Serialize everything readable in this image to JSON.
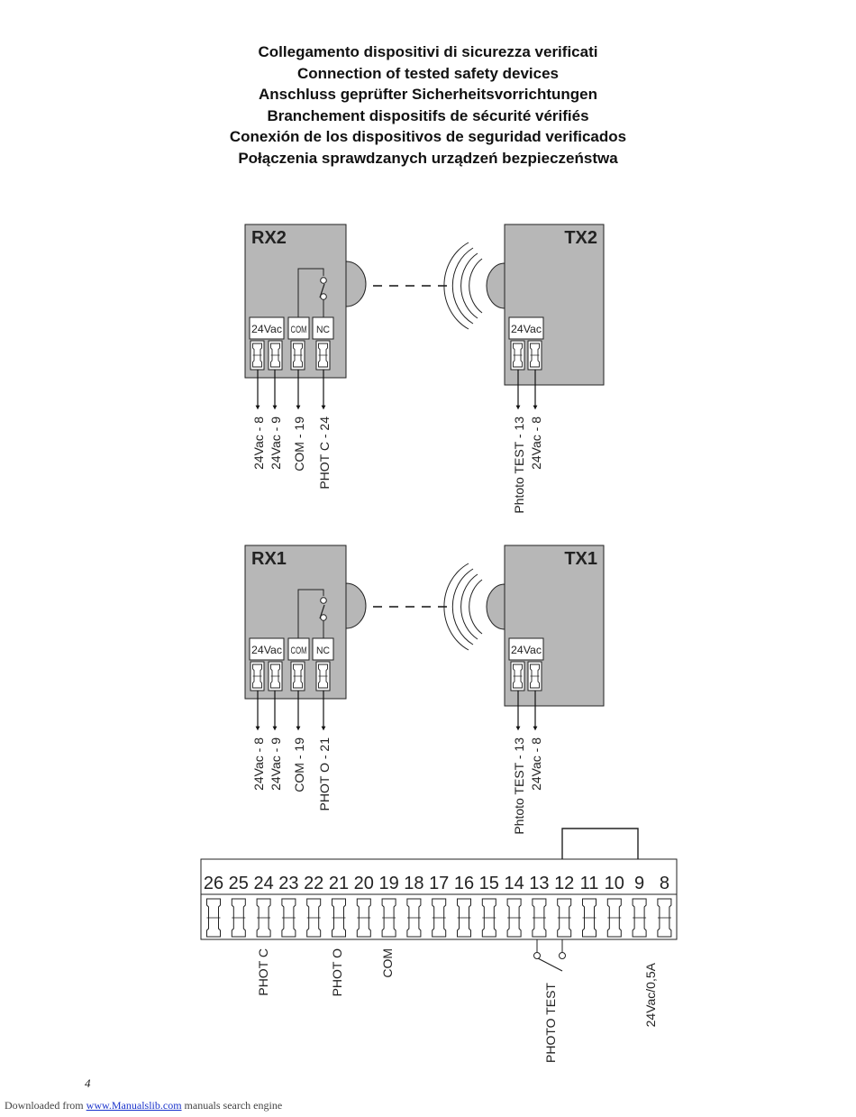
{
  "titles": [
    "Collegamento dispositivi di sicurezza verificati",
    "Connection of tested safety devices",
    "Anschluss geprüfter Sicherheitsvorrichtungen",
    "Branchement dispositifs de sécurité vérifiés",
    "Conexión de los dispositivos de seguridad verificados",
    "Połączenia sprawdzanych urządzeń bezpieczeństwa"
  ],
  "devices": {
    "rx2": {
      "name": "RX2",
      "terminals": [
        "24Vac",
        "COM",
        "NC"
      ],
      "wires": [
        "24Vac -  8",
        "24Vac -  9",
        "COM - 19",
        "PHOT  C - 24"
      ]
    },
    "tx2": {
      "name": "TX2",
      "terminal": "24Vac",
      "wires": [
        "Phtoto TEST - 13",
        "24Vac -  8"
      ]
    },
    "rx1": {
      "name": "RX1",
      "terminals": [
        "24Vac",
        "COM",
        "NC"
      ],
      "wires": [
        "24Vac -  8",
        "24Vac -  9",
        "COM - 19",
        "PHOT O - 21"
      ]
    },
    "tx1": {
      "name": "TX1",
      "terminal": "24Vac",
      "wires": [
        "Phtoto TEST - 13",
        "24Vac -  8"
      ]
    }
  },
  "terminal_block": {
    "numbers": [
      "26",
      "25",
      "24",
      "23",
      "22",
      "21",
      "20",
      "19",
      "18",
      "17",
      "16",
      "15",
      "14",
      "13",
      "12",
      "11",
      "10",
      "9",
      "8"
    ],
    "labels": [
      "PHOT C",
      "PHOT O",
      "COM",
      "PHOTO TEST",
      "24Vac/0,5A"
    ]
  },
  "page_number": "4",
  "footer": {
    "prefix": "Downloaded from ",
    "link": "www.Manualslib.com",
    "suffix": "  manuals search engine"
  }
}
